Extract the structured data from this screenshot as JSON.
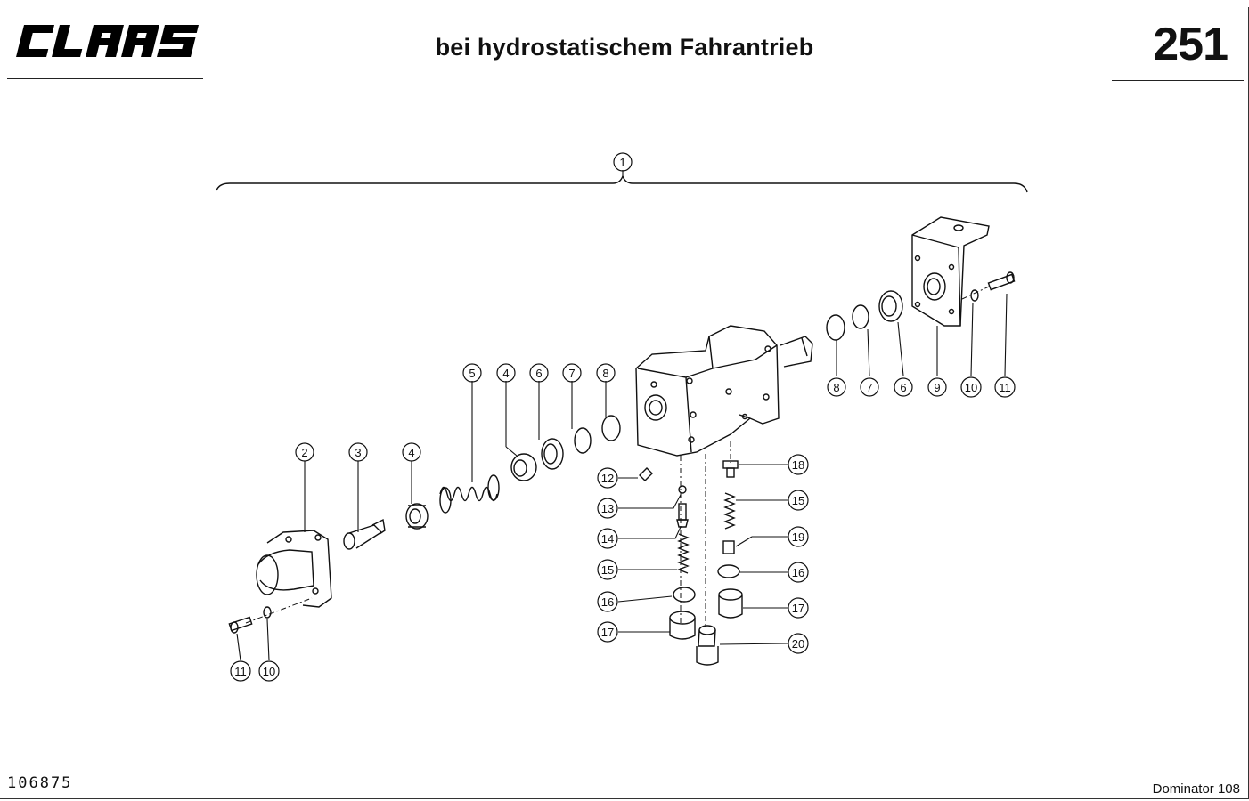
{
  "header": {
    "brand": "CLAAS",
    "title": "bei hydrostatischem Fahrantrieb",
    "page_number": "251"
  },
  "footer": {
    "drawing_number": "106875",
    "model": "Dominator 108"
  },
  "diagram": {
    "callouts": [
      "1",
      "2",
      "3",
      "4",
      "4",
      "5",
      "6",
      "7",
      "8",
      "8",
      "7",
      "6",
      "9",
      "10",
      "11",
      "12",
      "13",
      "14",
      "15",
      "16",
      "17",
      "18",
      "15",
      "19",
      "16",
      "17",
      "20",
      "11",
      "10"
    ]
  }
}
